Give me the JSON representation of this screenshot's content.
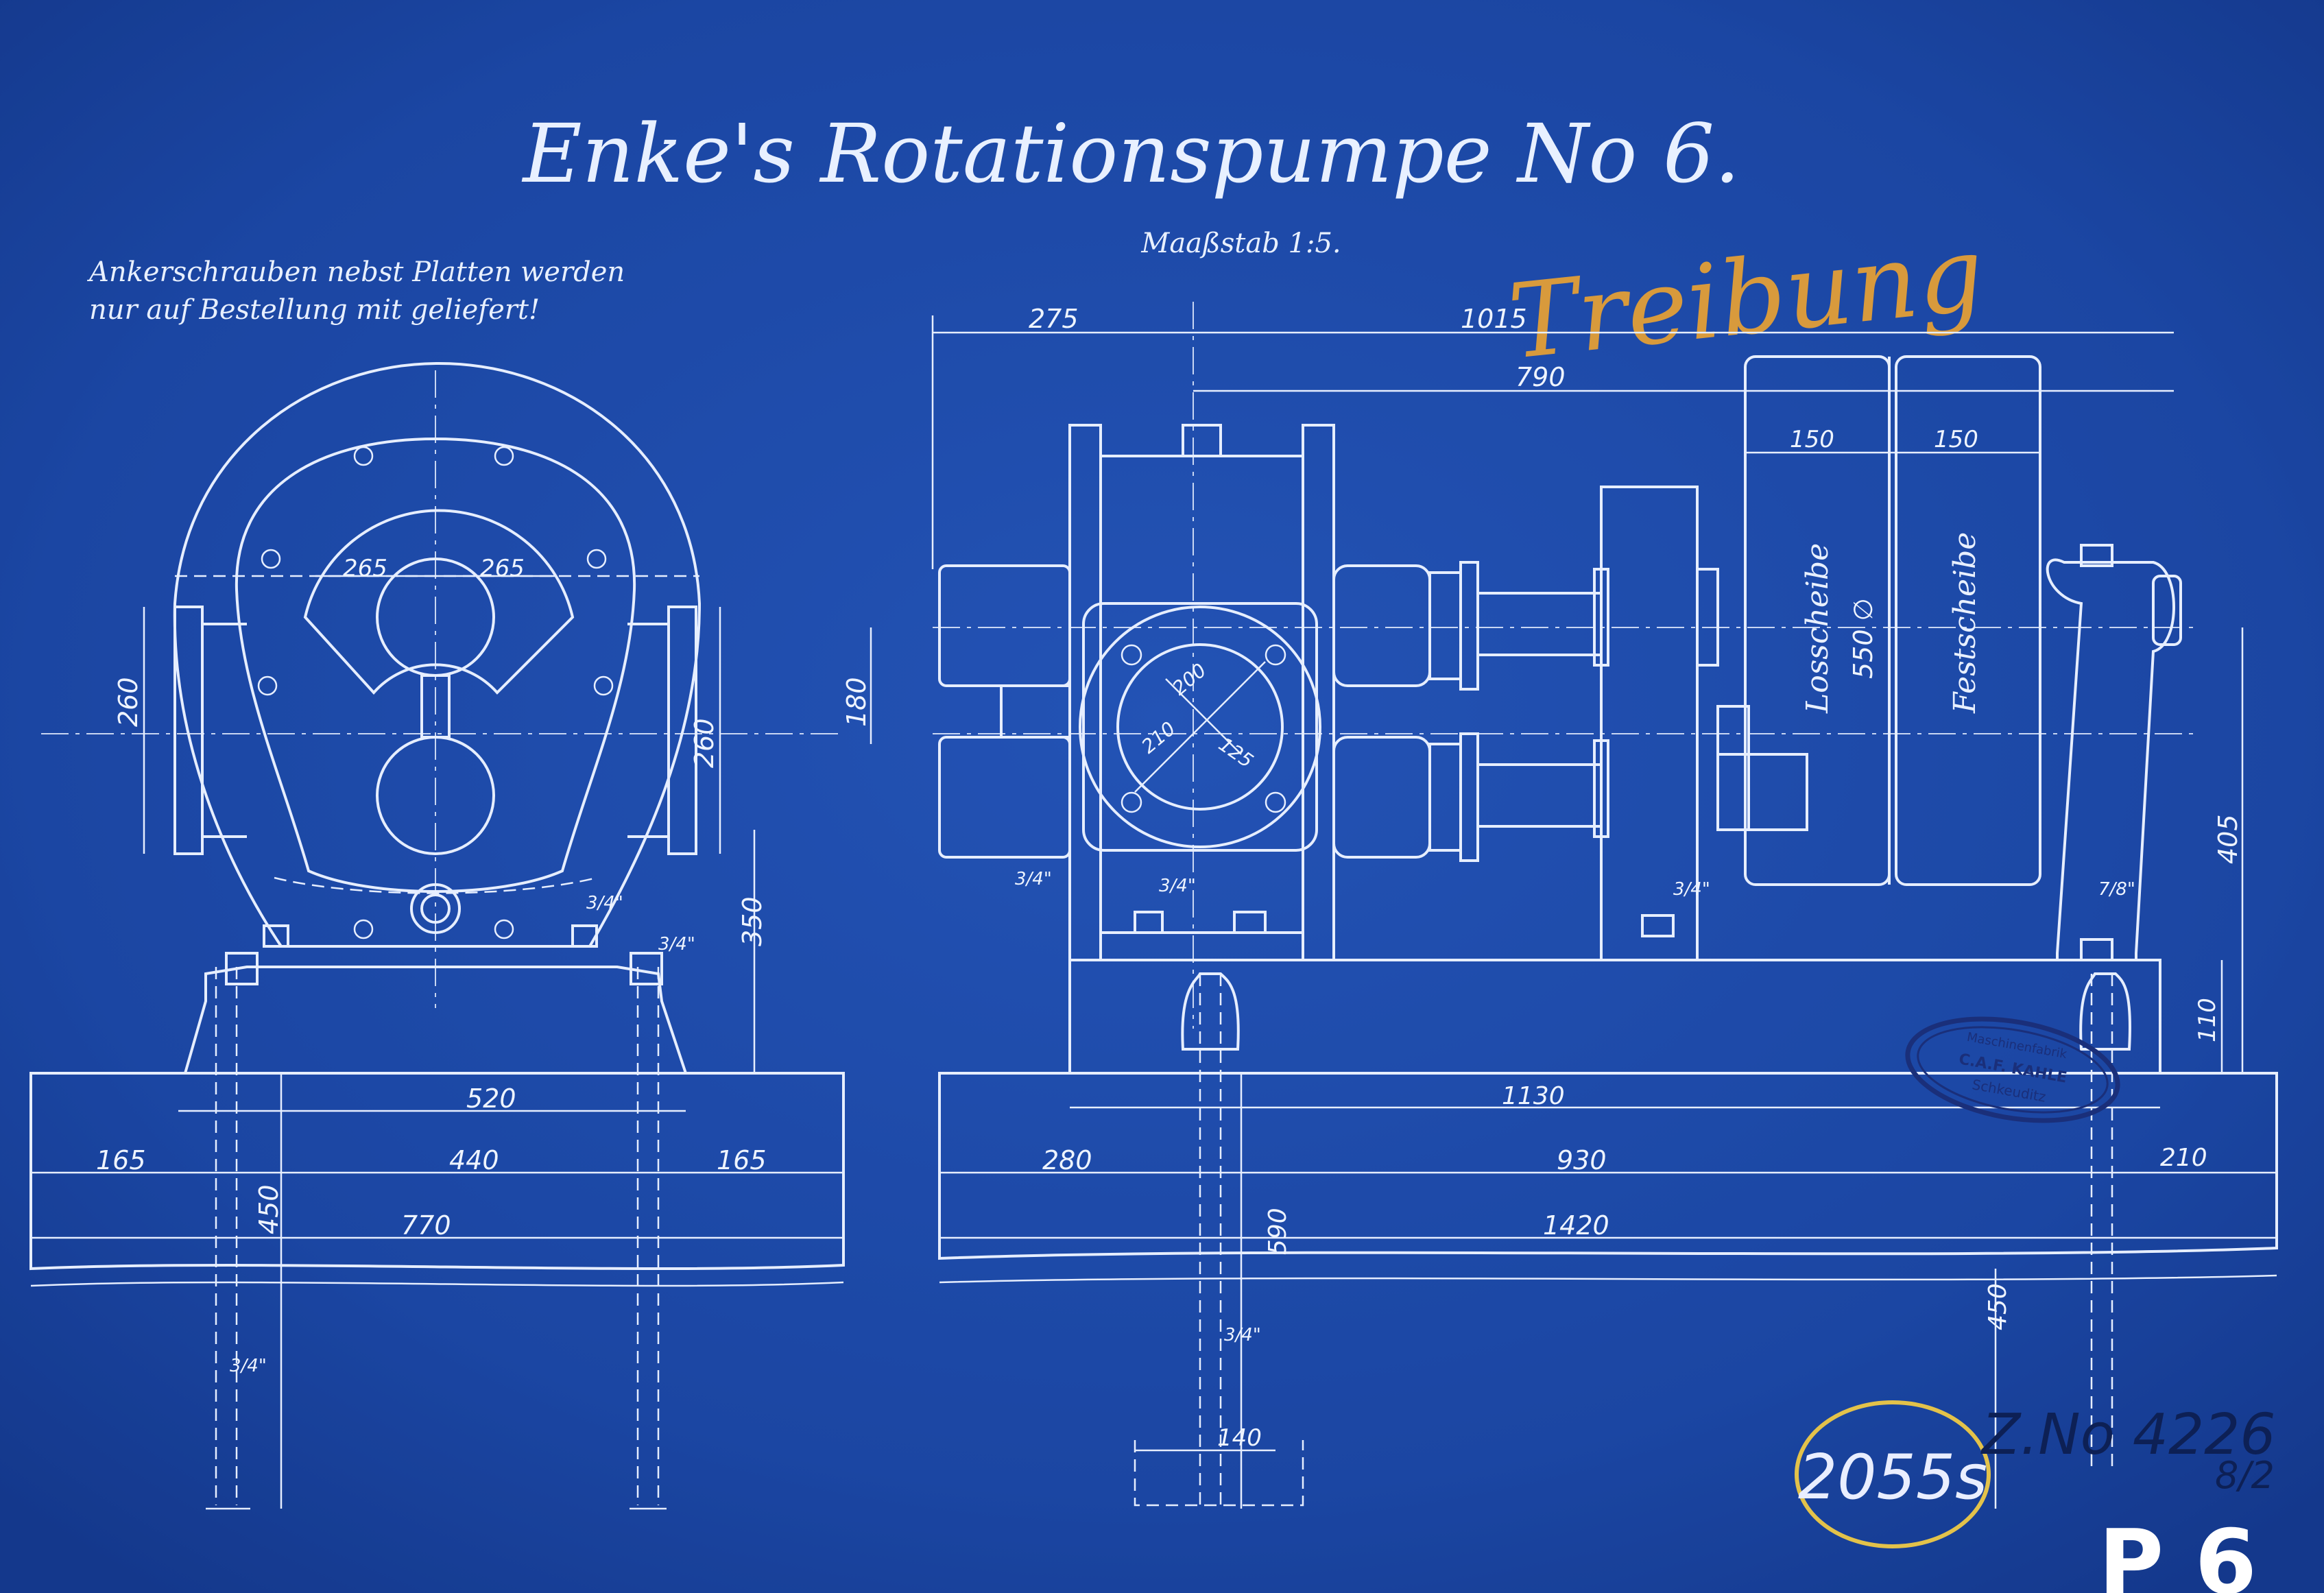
{
  "title": "Enke's Rotationspumpe No 6.",
  "scale": "Maaßstab 1:5.",
  "note_line1": "Ankerschrauben nebst Platten werden",
  "note_line2": "nur auf Bestellung mit geliefert!",
  "annotation_orange": "Treibung",
  "labels": {
    "losscheibe": "Losscheibe",
    "festscheibe": "Festscheibe",
    "pulley_dia": "550 ∅"
  },
  "stamp": {
    "line1": "Maschinenfabrik",
    "line2": "C.A.F. KAHLE",
    "line3": "Schkeuditz"
  },
  "circled_number": "2055s",
  "drawing_number": "Z.No 4226",
  "drawing_fraction": "8/2",
  "corner_mark": "P 6",
  "colors": {
    "paper": "#1f4fb0",
    "lines": "#e6eeff",
    "orange": "#d89a3c",
    "yellow": "#e3c24a"
  },
  "dimensions": {
    "d275": "275",
    "d1015": "1015",
    "d790": "790",
    "d150a": "150",
    "d150b": "150",
    "d180": "180",
    "d405": "405",
    "d110": "110",
    "d1130": "1130",
    "d280": "280",
    "d930": "930",
    "d210": "210",
    "d1420": "1420",
    "d590": "590",
    "d450r": "450",
    "d140": "140",
    "d34r1": "3/4\"",
    "d34r2": "3/4\"",
    "d34r3": "3/4\"",
    "d34r4": "3/4\"",
    "d78": "7/8\"",
    "d200": "200",
    "d210c": "210",
    "d125": "125",
    "d265a": "265",
    "d265b": "265",
    "d260a": "260",
    "d260b": "260",
    "d350": "350",
    "d520": "520",
    "d165a": "165",
    "d440": "440",
    "d165b": "165",
    "d770": "770",
    "d450l": "450",
    "d34l1": "3/4\"",
    "d34l2": "3/4\"",
    "d34l3": "3/4\""
  }
}
